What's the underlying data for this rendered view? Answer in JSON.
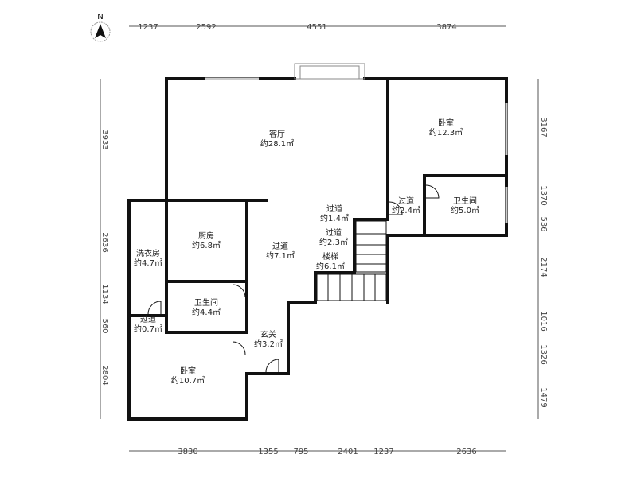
{
  "compass": {
    "label": "N",
    "icon": "north-arrow-icon"
  },
  "dims": {
    "top": [
      "1237",
      "2592",
      "4551",
      "3874"
    ],
    "bottom": [
      "3830",
      "1355",
      "795",
      "2401",
      "1237",
      "2636"
    ],
    "left": [
      "3933",
      "2636",
      "1134",
      "560",
      "2804"
    ],
    "right": [
      "3167",
      "1370",
      "536",
      "2174",
      "1016",
      "1326",
      "1479"
    ]
  },
  "rooms": [
    {
      "name": "客厅",
      "area": "约28.1㎡"
    },
    {
      "name": "卧室",
      "area": "约12.3㎡"
    },
    {
      "name": "卫生间",
      "area": "约5.0㎡"
    },
    {
      "name": "过道",
      "area": "约2.4㎡"
    },
    {
      "name": "过道",
      "area": "约1.4㎡"
    },
    {
      "name": "过道",
      "area": "约2.3㎡"
    },
    {
      "name": "楼梯",
      "area": "约6.1㎡"
    },
    {
      "name": "厨房",
      "area": "约6.8㎡"
    },
    {
      "name": "过道",
      "area": "约7.1㎡"
    },
    {
      "name": "洗衣房",
      "area": "约4.7㎡"
    },
    {
      "name": "卫生间",
      "area": "约4.4㎡"
    },
    {
      "name": "过道",
      "area": "约0.7㎡"
    },
    {
      "name": "玄关",
      "area": "约3.2㎡"
    },
    {
      "name": "卧室",
      "area": "约10.7㎡"
    }
  ]
}
